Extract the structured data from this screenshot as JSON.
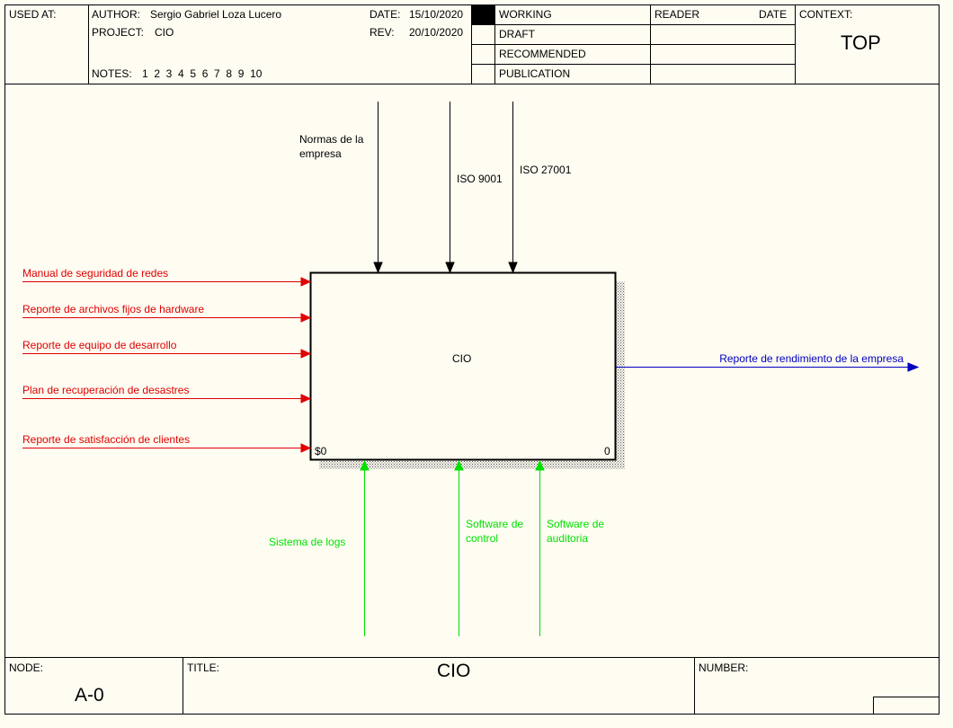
{
  "header": {
    "used_at_label": "USED AT:",
    "author_label": "AUTHOR:",
    "author": "Sergio Gabriel Loza Lucero",
    "project_label": "PROJECT:",
    "project": "CIO",
    "date_label": "DATE:",
    "date": "15/10/2020",
    "rev_label": "REV:",
    "rev": "20/10/2020",
    "notes_label": "NOTES:",
    "notes": "1  2  3  4  5  6  7  8  9  10",
    "status": [
      "WORKING",
      "DRAFT",
      "RECOMMENDED",
      "PUBLICATION"
    ],
    "reader_label": "READER",
    "reader_date_label": "DATE",
    "context_label": "CONTEXT:",
    "context": "TOP"
  },
  "diagram": {
    "activity": {
      "name": "CIO",
      "cost": "$0",
      "number": "0"
    },
    "controls": [
      "Normas de la\nempresa",
      "ISO 9001",
      "ISO 27001"
    ],
    "inputs": [
      "Manual de seguridad de redes",
      "Reporte de archivos fijos de hardware",
      "Reporte de equipo de desarrollo",
      "Plan de recuperación de desastres",
      "Reporte de satisfacción de clientes"
    ],
    "outputs": [
      "Reporte de rendimiento de la empresa"
    ],
    "mechanisms": [
      "Sistema de logs",
      "Software de\ncontrol",
      "Software de\nauditoria"
    ],
    "colors": {
      "input": "#e00000",
      "output": "#0000c0",
      "mechanism": "#00e000",
      "control": "#000000"
    }
  },
  "footer": {
    "node_label": "NODE:",
    "node": "A-0",
    "title_label": "TITLE:",
    "title": "CIO",
    "number_label": "NUMBER:"
  }
}
